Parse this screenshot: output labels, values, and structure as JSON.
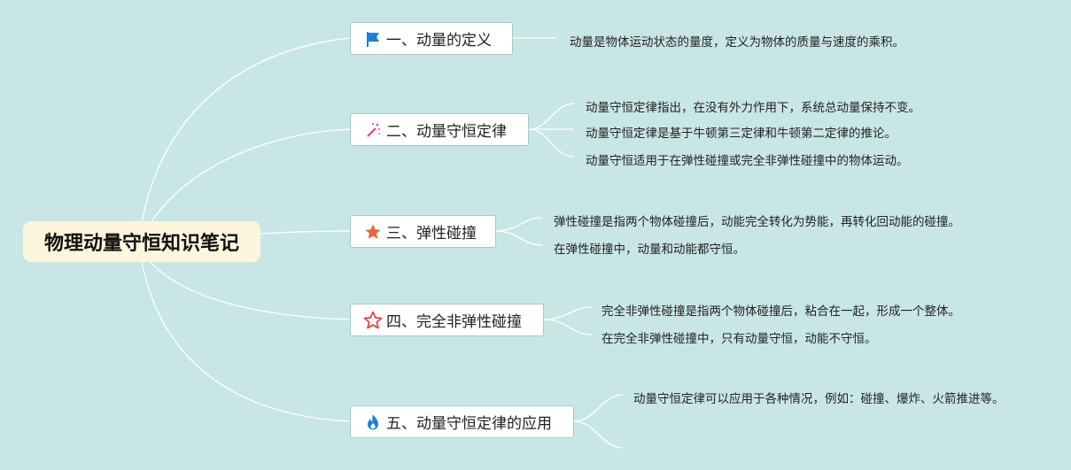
{
  "title": "物理动量守恒知识笔记",
  "topics": [
    {
      "label": "一、动量的定义",
      "icon": "flag-icon",
      "color": "#1e7fd6",
      "details": [
        "动量是物体运动状态的量度，定义为物体的质量与速度的乘积。"
      ]
    },
    {
      "label": "二、动量守恒定律",
      "icon": "magic-wand-icon",
      "color": "#e0407a",
      "details": [
        "动量守恒定律指出，在没有外力作用下，系统总动量保持不变。",
        "动量守恒定律是基于牛顿第三定律和牛顿第二定律的推论。",
        "动量守恒适用于在弹性碰撞或完全非弹性碰撞中的物体运动。"
      ]
    },
    {
      "label": "三、弹性碰撞",
      "icon": "star-filled-icon",
      "color": "#e8663a",
      "details": [
        "弹性碰撞是指两个物体碰撞后，动能完全转化为势能，再转化回动能的碰撞。",
        "在弹性碰撞中，动量和动能都守恒。"
      ]
    },
    {
      "label": "四、完全非弹性碰撞",
      "icon": "star-outline-icon",
      "color": "#e2453c",
      "details": [
        "完全非弹性碰撞是指两个物体碰撞后，粘合在一起，形成一个整体。",
        "在完全非弹性碰撞中，只有动量守恒，动能不守恒。"
      ]
    },
    {
      "label": "五、动量守恒定律的应用",
      "icon": "fire-icon",
      "color": "#1f7fe0",
      "details": [
        "动量守恒定律可以应用于各种情况，例如：碰撞、爆炸、火箭推进等。"
      ]
    }
  ]
}
